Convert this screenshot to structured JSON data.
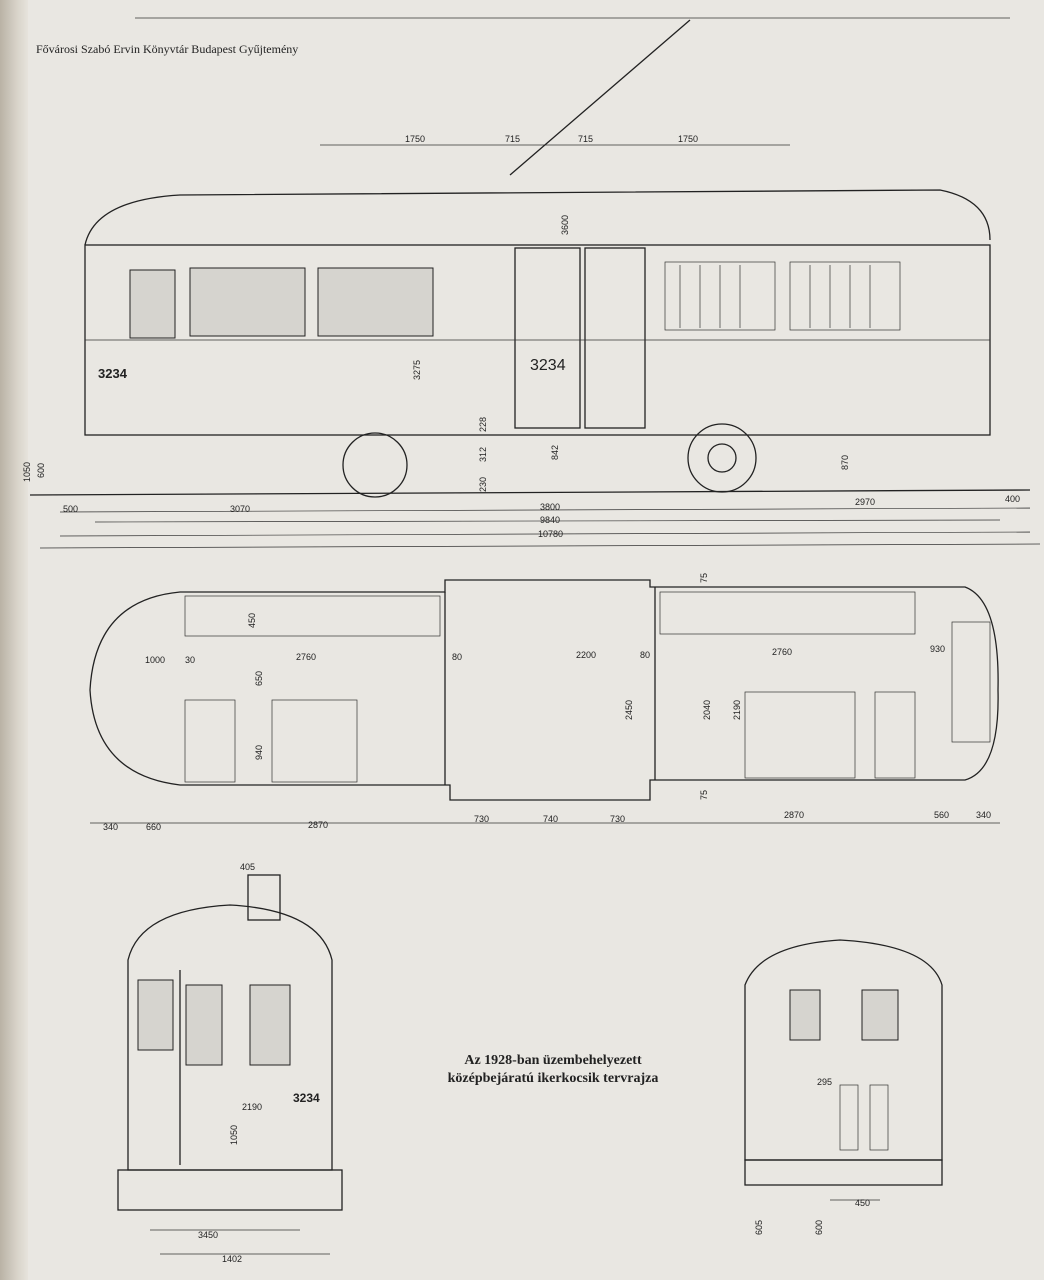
{
  "watermark": "Fővárosi Szabó Ervin Könyvtár Budapest Gyűjtemény",
  "caption": {
    "line1": "Az 1928-ban üzembehelyezett",
    "line2": "középbejáratú ikerkocsik tervrajza"
  },
  "side_view": {
    "car_number": "3234",
    "top_dims": [
      "1750",
      "715",
      "715",
      "1750"
    ],
    "vertical_dims": {
      "height_total": "3600",
      "body": "3275",
      "d1050": "1050",
      "d600": "600",
      "d870": "870",
      "d842": "842",
      "d312": "312",
      "d230": "230",
      "d228": "228"
    },
    "bottom_dims": [
      "500",
      "3070",
      "3800",
      "2970",
      "400"
    ],
    "wheelbase_total": "9840",
    "length_total": "10780"
  },
  "plan_view": {
    "inner_dims": [
      "450",
      "1000",
      "30",
      "2760",
      "650",
      "940",
      "80",
      "2200",
      "80",
      "2450",
      "2760",
      "2040",
      "2190",
      "930",
      "75",
      "75"
    ],
    "bottom_dims": [
      "340",
      "660",
      "2870",
      "730",
      "740",
      "730",
      "2870",
      "560",
      "340"
    ]
  },
  "front_view": {
    "dims": [
      "405",
      "2190",
      "1050",
      "3450",
      "1402"
    ],
    "car_number": "3234"
  },
  "rear_view": {
    "dims": [
      "295",
      "450",
      "605",
      "600"
    ]
  }
}
